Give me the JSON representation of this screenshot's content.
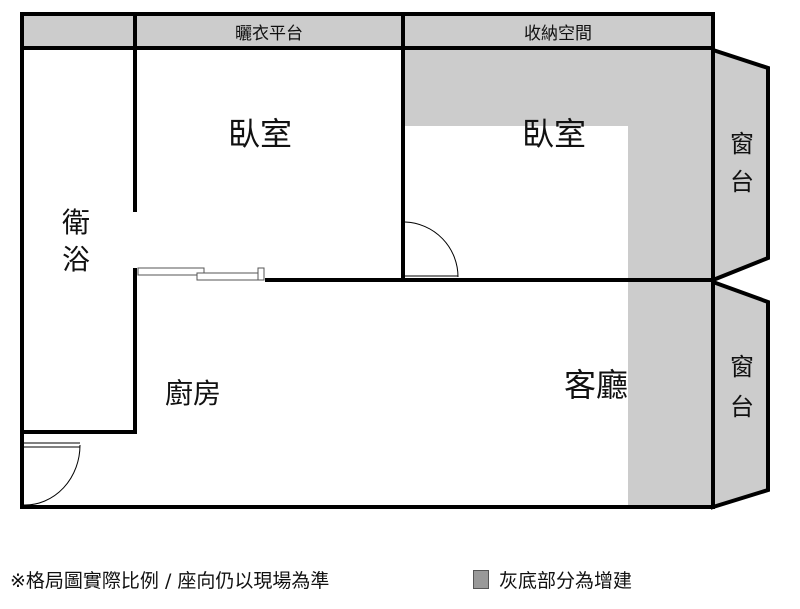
{
  "rooms": {
    "drying_balcony": "曬衣平台",
    "storage": "收納空間",
    "bedroom_1": "臥室",
    "bedroom_2": "臥室",
    "bathroom": [
      "衛",
      "浴"
    ],
    "kitchen": "廚房",
    "living_room": "客廳",
    "bay_window_1": [
      "窗",
      "台"
    ],
    "bay_window_2": [
      "窗",
      "台"
    ]
  },
  "footer": {
    "note": "※格局圖實際比例 / 座向仍以現場為準",
    "legend": "灰底部分為增建"
  },
  "colors": {
    "wall": "#000000",
    "addition_gray": "#cccccc",
    "legend_swatch": "#999999"
  }
}
